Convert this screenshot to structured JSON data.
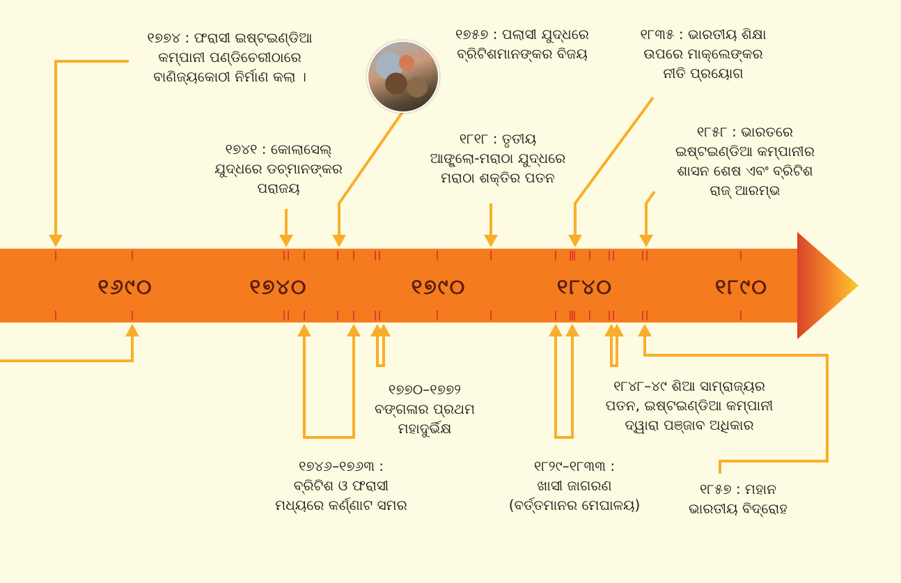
{
  "timeline": {
    "ticks_top": [
      "१६९०",
      "१७४०",
      "१७९०",
      "१८४०",
      "१८९०"
    ],
    "year_labels": [
      "୧୬୯୦",
      "୧୭୪୦",
      "୧୭୯୦",
      "୧୮୪୦",
      "୧୮୯୦"
    ],
    "colors": {
      "band": "#f47c1e",
      "arrow_line": "#f8ae2a",
      "tick": "#e03c2a",
      "year_text": "#5a1e10"
    }
  },
  "events_top": [
    {
      "id": "e1674",
      "lines": [
        "୧୭୭୪ : ଫରାସୀ ଇଷ୍ଟଇଣ୍ଡିଆ",
        "କମ୍ପାନୀ ପଣ୍ଡିଚେରୀଠାରେ",
        "ବାଣିଜ୍ୟକୋଠୀ ନିର୍ମାଣ କଲା ।"
      ]
    },
    {
      "id": "e1741",
      "lines": [
        "୧୭୪୧ : କୋଲାସେଲ୍",
        "ଯୁଦ୍ଧରେ ଡଚ୍‌ମାନଙ୍କର",
        "ପରାଜୟ"
      ]
    },
    {
      "id": "e1757",
      "lines": [
        "୧୭୫୭ : ପଲାସୀ ଯୁଦ୍ଧରେ",
        "ବ୍ରିଟିଶମାନଙ୍କର ବିଜୟ"
      ]
    },
    {
      "id": "e1818",
      "lines": [
        "୧୮୧୮ : ତୃତୀୟ",
        "ଆଙ୍ଗ୍ଲୋ-ମରାଠା ଯୁଦ୍ଧରେ",
        "ମରାଠା ଶକ୍ତିର ପତନ"
      ]
    },
    {
      "id": "e1835",
      "lines": [
        "୧୮୩୫ : ଭାରତୀୟ ଶିକ୍ଷା",
        "ଉପରେ ମାକ୍‌ଲେଙ୍କର",
        "ନୀତି ପ୍ରୟୋଗ"
      ]
    },
    {
      "id": "e1858",
      "lines": [
        "୧୮୫୮ : ଭାରତରେ",
        "ଇଷ୍ଟଇଣ୍ଡିଆ କମ୍ପାନୀର",
        "ଶାସନ ଶେଷ ଏବଂ ବ୍ରିଟିଶ",
        "ରାଜ୍ ଆରମ୍ଭ"
      ]
    }
  ],
  "events_bottom": [
    {
      "id": "e1770",
      "lines": [
        "୧୭୭୦–୧୭୭୨",
        "ବଙ୍ଗଳାର ପ୍ରଥମ",
        "ମହାଦୁର୍ଭିକ୍ଷ"
      ]
    },
    {
      "id": "e1746",
      "lines": [
        "୧୭୪୬–୧୭୬୩ :",
        "ବ୍ରିଟିଶ ଓ ଫରାସୀ",
        "ମଧ୍ୟରେ କର୍ଣ୍ଣାଟ ସମର"
      ]
    },
    {
      "id": "e1829",
      "lines": [
        "୧୮୨୯–୧୮୩୩ :",
        "ଖାସୀ ଜାଗରଣ",
        "(ବର୍ତ୍ତମାନର ମେଘାଳୟ)"
      ]
    },
    {
      "id": "e1848",
      "lines": [
        "୧୮୪୮–୪୯ ଶିଆ ସାମ୍ରାଜ୍ୟର",
        "ପତନ, ଇଷ୍ଟଇଣ୍ଡିଆ କମ୍ପାନୀ",
        "ଦ୍ୱାରା ପଞ୍ଜାବ ଅଧିକାର"
      ]
    },
    {
      "id": "e1857",
      "lines": [
        "୧୮୫୭ : ମହାନ",
        "ଭାରତୀୟ ବିଦ୍ରୋହ"
      ]
    }
  ],
  "image": {
    "icon": "battle-of-plassey-painting"
  }
}
